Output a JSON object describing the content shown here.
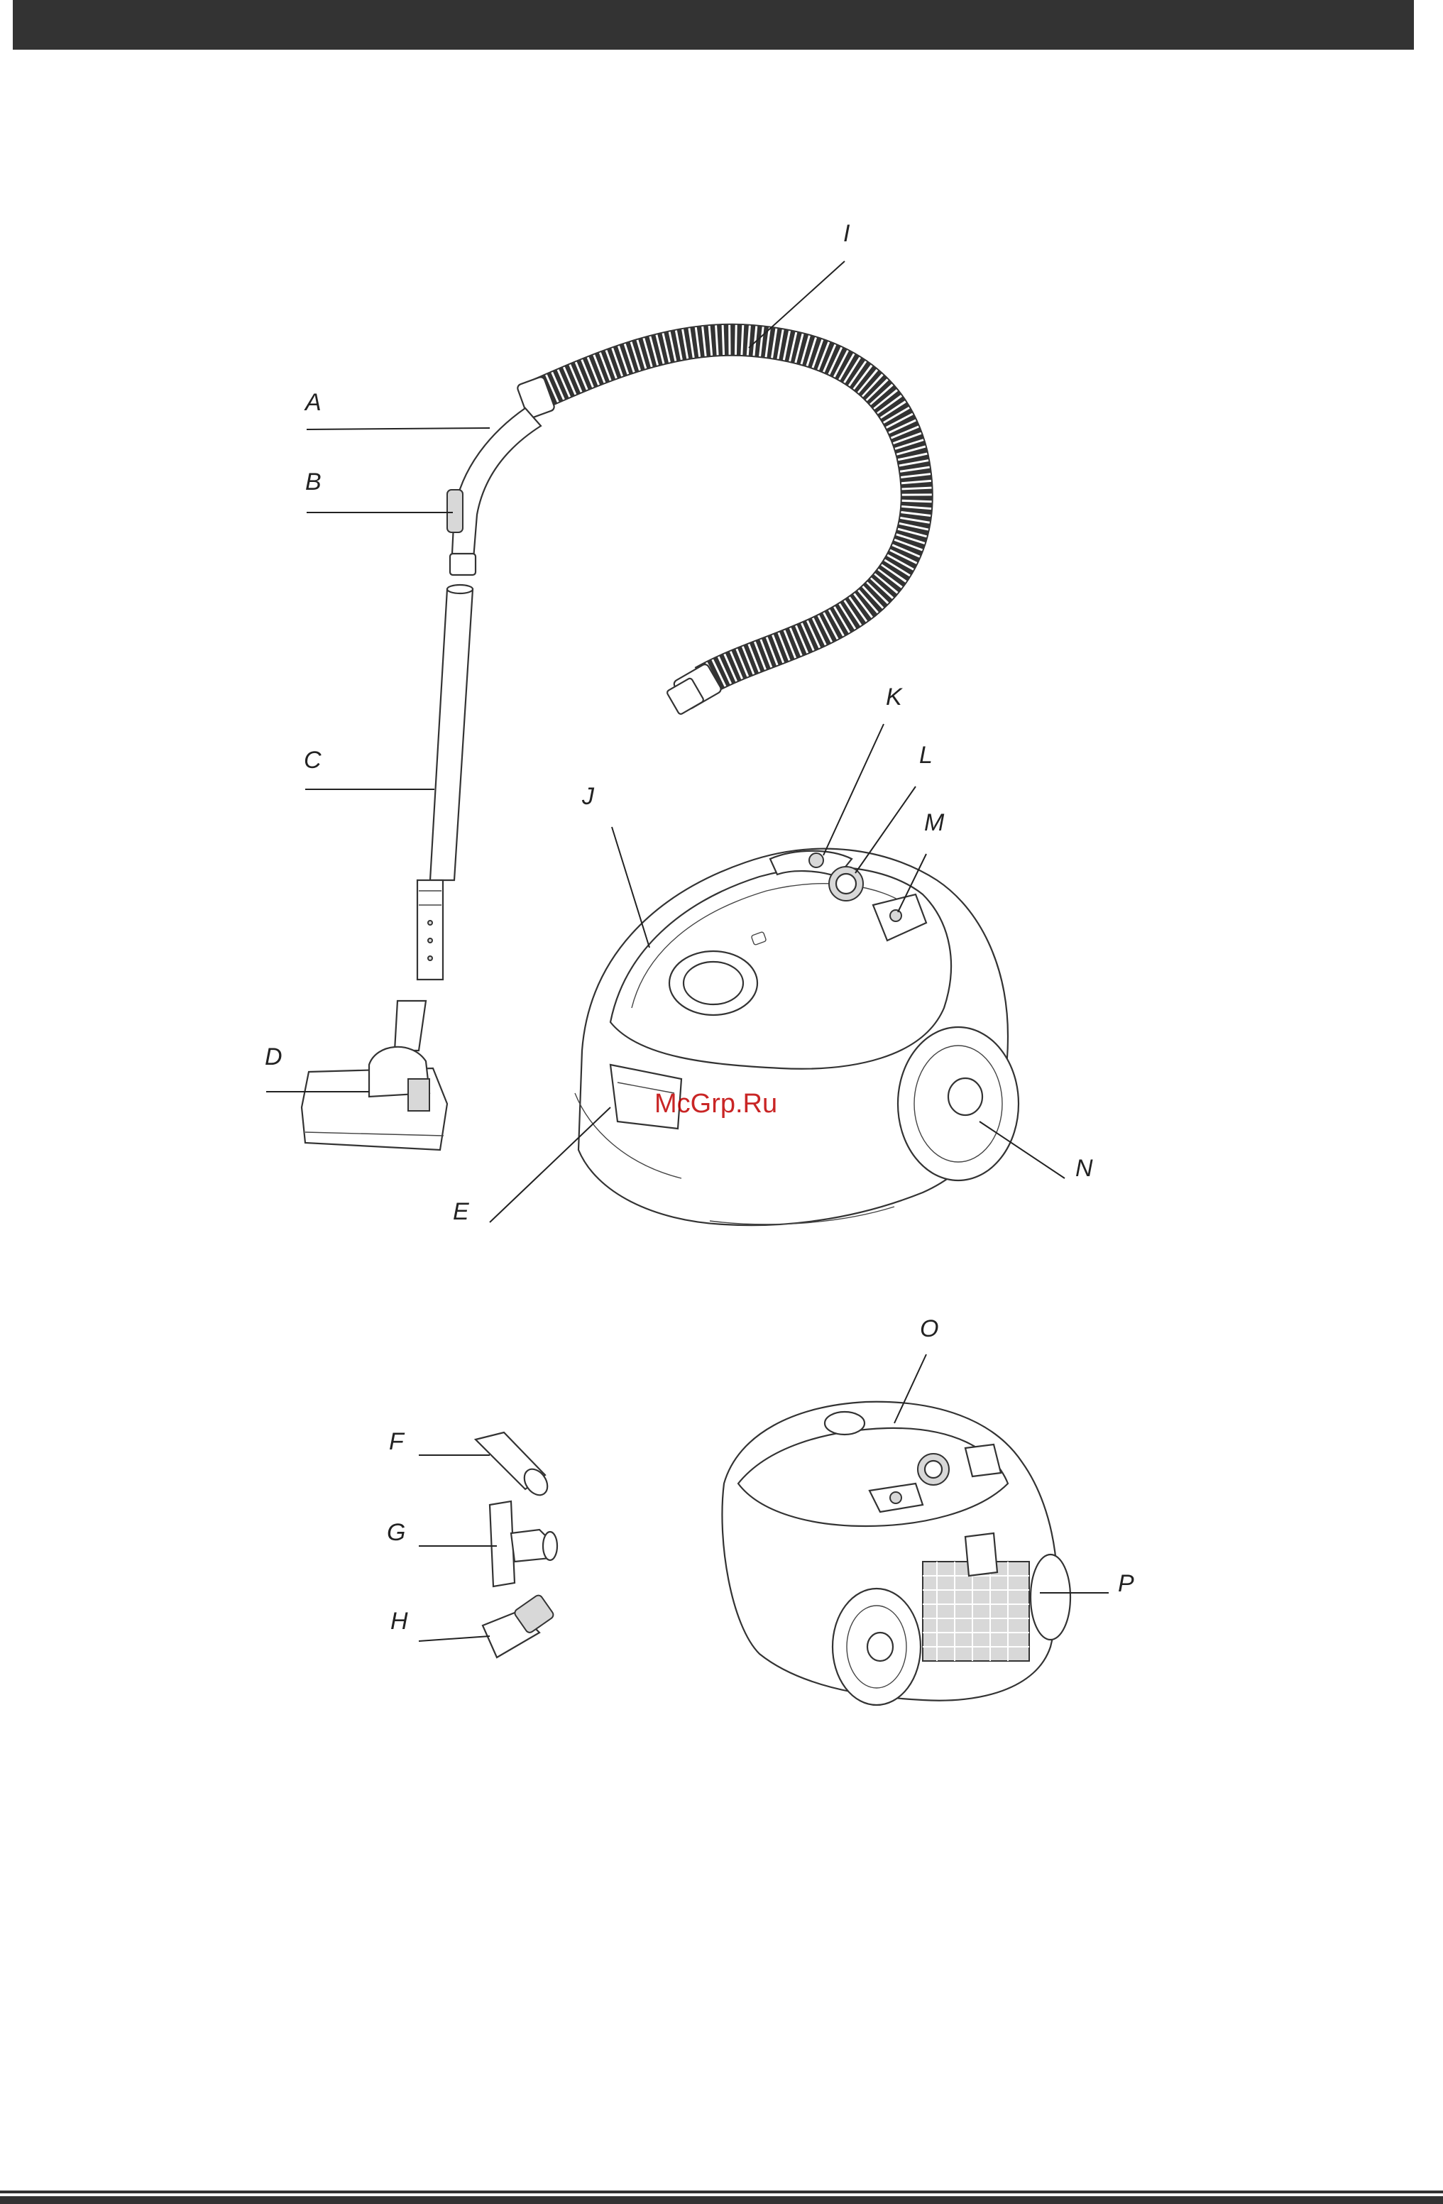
{
  "colors": {
    "bar": "#333333",
    "watermark": "#c00000",
    "outline": "#333333"
  },
  "labels": {
    "A": "A",
    "B": "B",
    "C": "C",
    "D": "D",
    "E": "E",
    "F": "F",
    "G": "G",
    "H": "H",
    "I": "I",
    "J": "J",
    "K": "K",
    "L": "L",
    "M": "M",
    "N": "N",
    "O": "O",
    "P": "P"
  },
  "watermark": "McGrp.Ru"
}
